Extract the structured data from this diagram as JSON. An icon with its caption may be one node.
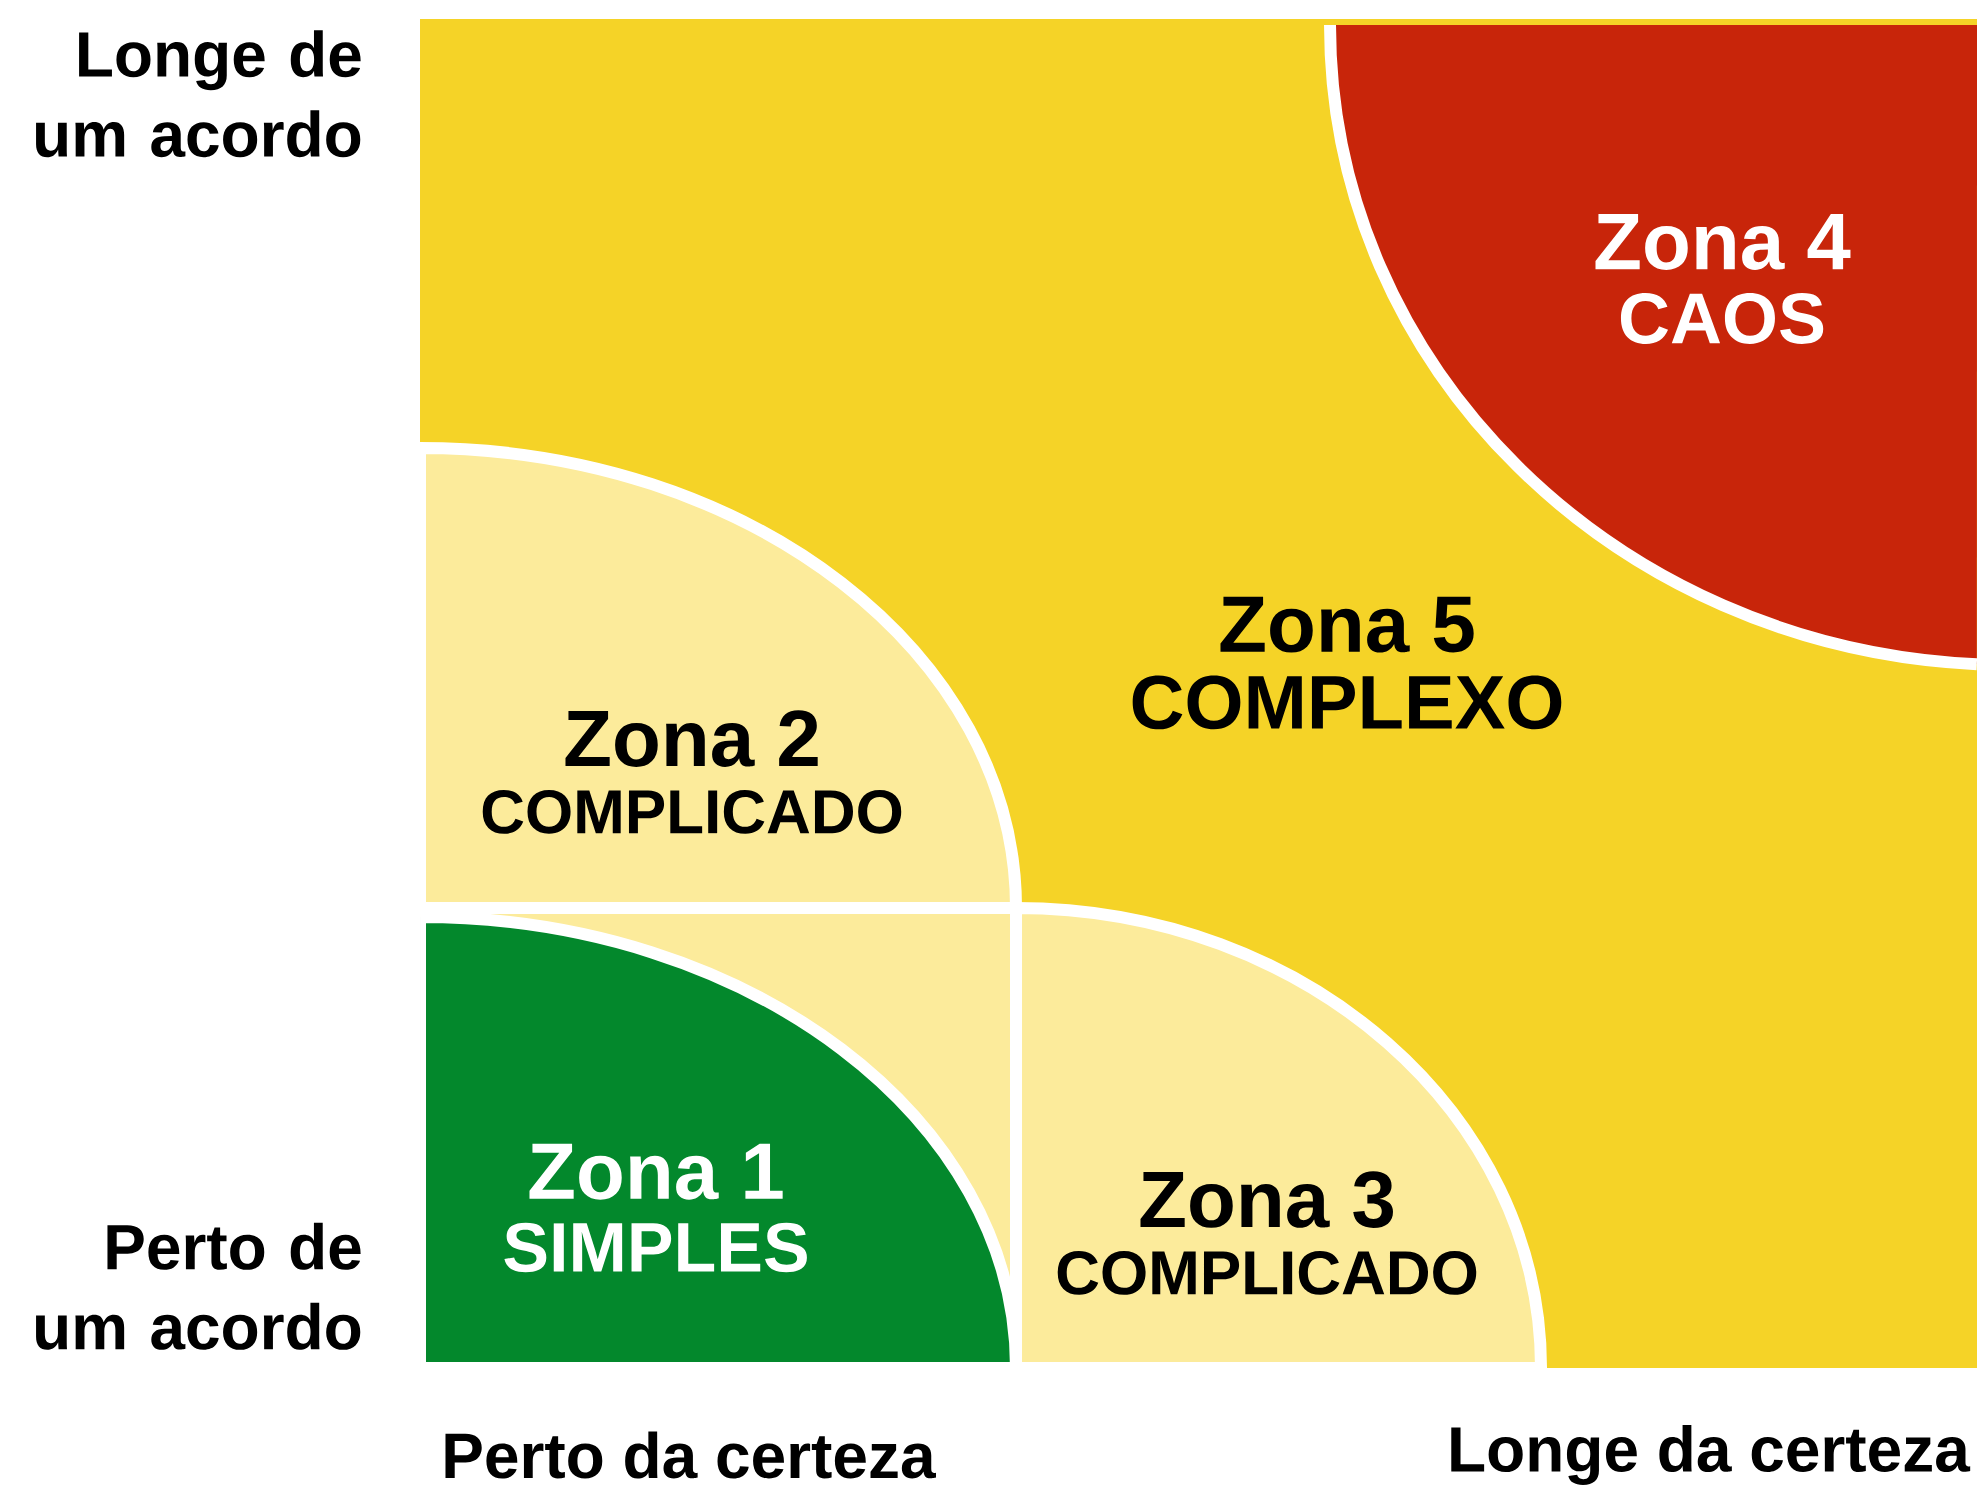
{
  "diagram": {
    "nodes": [
      {
        "text": [
          "Zona 5",
          "COMPLEXO"
        ]
      },
      {
        "text": [
          "Zona 4",
          "CAOS"
        ],
        "in": 0
      },
      {
        "text": [
          "Zona 2",
          "COMPLICADO"
        ],
        "in": 0
      },
      {
        "text": [
          "Zona 1",
          "SIMPLES"
        ],
        "in": 0
      },
      {
        "text": [
          "Zona 3",
          "COMPLICADO"
        ],
        "in": 0
      }
    ],
    "labels": [
      "Longe de um acordo",
      "Perto de um acordo",
      "Perto da certeza",
      "Longe da certeza"
    ]
  }
}
